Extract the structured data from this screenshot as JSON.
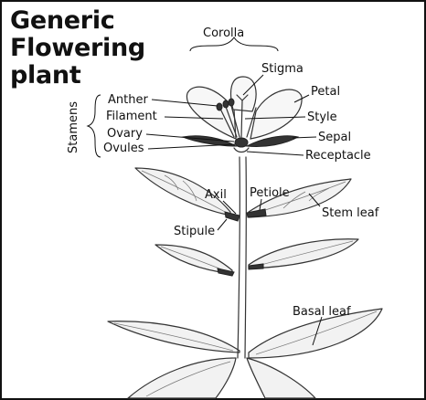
{
  "title": {
    "line1": "Generic",
    "line2": "Flowering",
    "line3": "plant"
  },
  "labels": {
    "corolla": "Corolla",
    "stigma": "Stigma",
    "petal": "Petal",
    "stamens": "Stamens",
    "anther": "Anther",
    "filament": "Filament",
    "style": "Style",
    "ovary": "Ovary",
    "sepal": "Sepal",
    "ovules": "Ovules",
    "receptacle": "Receptacle",
    "axil": "Axil",
    "petiole": "Petiole",
    "stem_leaf": "Stem leaf",
    "stipule": "Stipule",
    "basal_leaf": "Basal leaf"
  }
}
